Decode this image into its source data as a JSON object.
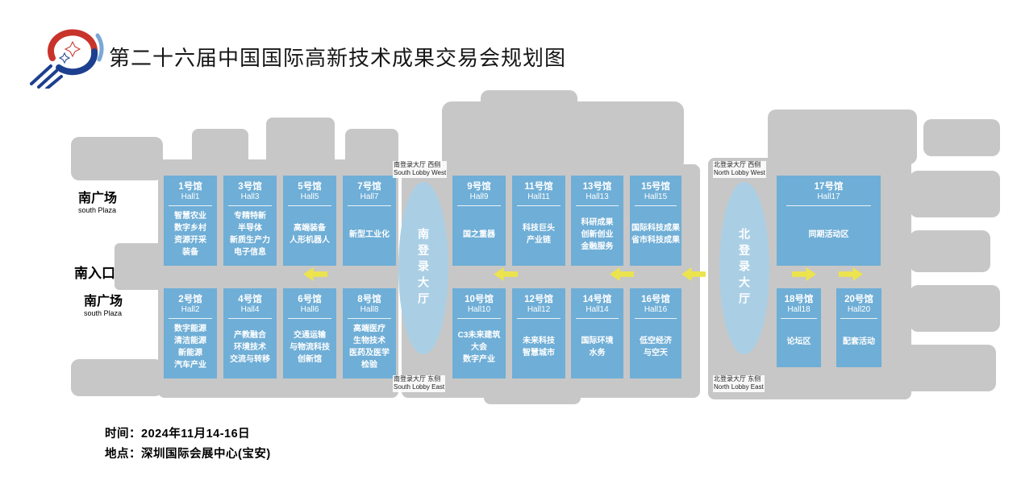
{
  "header": {
    "title": "第二十六届中国国际高新技术成果交易会规划图"
  },
  "plaza": {
    "south_top_zh": "南广场",
    "south_top_en": "south Plaza",
    "entrance": "南入口",
    "south_bottom_zh": "南广场",
    "south_bottom_en": "south Plaza"
  },
  "lobbies": {
    "south": {
      "name": "南登录大厅",
      "west_zh": "南登录大厅 西侧",
      "west_en": "South Lobby West",
      "east_zh": "南登录大厅 东侧",
      "east_en": "South Lobby East"
    },
    "north": {
      "name": "北登录大厅",
      "west_zh": "北登录大厅 西侧",
      "west_en": "North Lobby West",
      "east_zh": "北登录大厅 东侧",
      "east_en": "North Lobby East"
    }
  },
  "halls": [
    {
      "number": "1号馆",
      "code": "Hall1",
      "desc": "智慧农业\n数字乡村\n资源开采\n装备"
    },
    {
      "number": "3号馆",
      "code": "Hall3",
      "desc": "专精特新\n半导体\n新质生产力\n电子信息"
    },
    {
      "number": "5号馆",
      "code": "Hall5",
      "desc": "高端装备\n人形机器人"
    },
    {
      "number": "7号馆",
      "code": "Hall7",
      "desc": "新型工业化"
    },
    {
      "number": "9号馆",
      "code": "Hall9",
      "desc": "国之重器"
    },
    {
      "number": "11号馆",
      "code": "Hall11",
      "desc": "科技巨头\n产业链"
    },
    {
      "number": "13号馆",
      "code": "Hall13",
      "desc": "科研成果\n创新创业\n金融服务"
    },
    {
      "number": "15号馆",
      "code": "Hall15",
      "desc": "国际科技成果\n省市科技成果"
    },
    {
      "number": "17号馆",
      "code": "Hall17",
      "desc": "同期活动区"
    },
    {
      "number": "2号馆",
      "code": "Hall2",
      "desc": "数字能源\n清洁能源\n新能源\n汽车产业"
    },
    {
      "number": "4号馆",
      "code": "Hall4",
      "desc": "产教融合\n环境技术\n交流与转移"
    },
    {
      "number": "6号馆",
      "code": "Hall6",
      "desc": "交通运输\n与物流科技\n创新馆"
    },
    {
      "number": "8号馆",
      "code": "Hall8",
      "desc": "高端医疗\n生物技术\n医药及医学\n检验"
    },
    {
      "number": "10号馆",
      "code": "Hall10",
      "desc": "C3未来建筑\n大会\n数字产业"
    },
    {
      "number": "12号馆",
      "code": "Hall12",
      "desc": "未来科技\n智慧城市"
    },
    {
      "number": "14号馆",
      "code": "Hall14",
      "desc": "国际环境\n水务"
    },
    {
      "number": "16号馆",
      "code": "Hall16",
      "desc": "低空经济\n与空天"
    },
    {
      "number": "18号馆",
      "code": "Hall18",
      "desc": "论坛区"
    },
    {
      "number": "20号馆",
      "code": "Hall20",
      "desc": "配套活动"
    }
  ],
  "footer": {
    "time": "时间：2024年11月14-16日",
    "location": "地点：深圳国际会展中心(宝安)"
  },
  "colors": {
    "hall_blue": "#6FAED6",
    "lobby_blue": "#AACFE5",
    "building_gray": "#C7C7C7",
    "arrow_yellow": "#EBE44E"
  }
}
